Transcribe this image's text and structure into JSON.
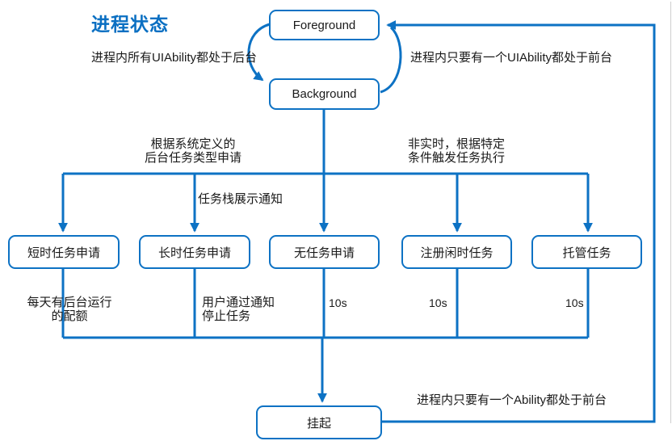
{
  "title": "进程状态",
  "colors": {
    "line": "#0d72c4",
    "title": "#0a6fc2",
    "text": "#1a1a1a"
  },
  "states": {
    "foreground": "Foreground",
    "background": "Background",
    "suspend": "挂起"
  },
  "tasks": [
    {
      "label": "短时任务申请",
      "note": [
        "每天有后台运行",
        "的配额"
      ]
    },
    {
      "label": "长时任务申请",
      "note": [
        "用户通过通知",
        "停止任务"
      ]
    },
    {
      "label": "无任务申请",
      "note": [
        "10s"
      ]
    },
    {
      "label": "注册闲时任务",
      "note": [
        "10s"
      ]
    },
    {
      "label": "托管任务",
      "note": [
        "10s"
      ]
    }
  ],
  "edge_labels": {
    "fg_to_bg": "进程内所有UIAbility都处于后台",
    "bg_to_fg": "进程内只要有一个UIAbility都处于前台",
    "apply_type": [
      "根据系统定义的",
      "后台任务类型申请"
    ],
    "task_stack": "任务栈展示通知",
    "non_realtime": [
      "非实时，根据特定",
      "条件触发任务执行"
    ],
    "suspend_to_fg": "进程内只要有一个Ability都处于前台"
  }
}
